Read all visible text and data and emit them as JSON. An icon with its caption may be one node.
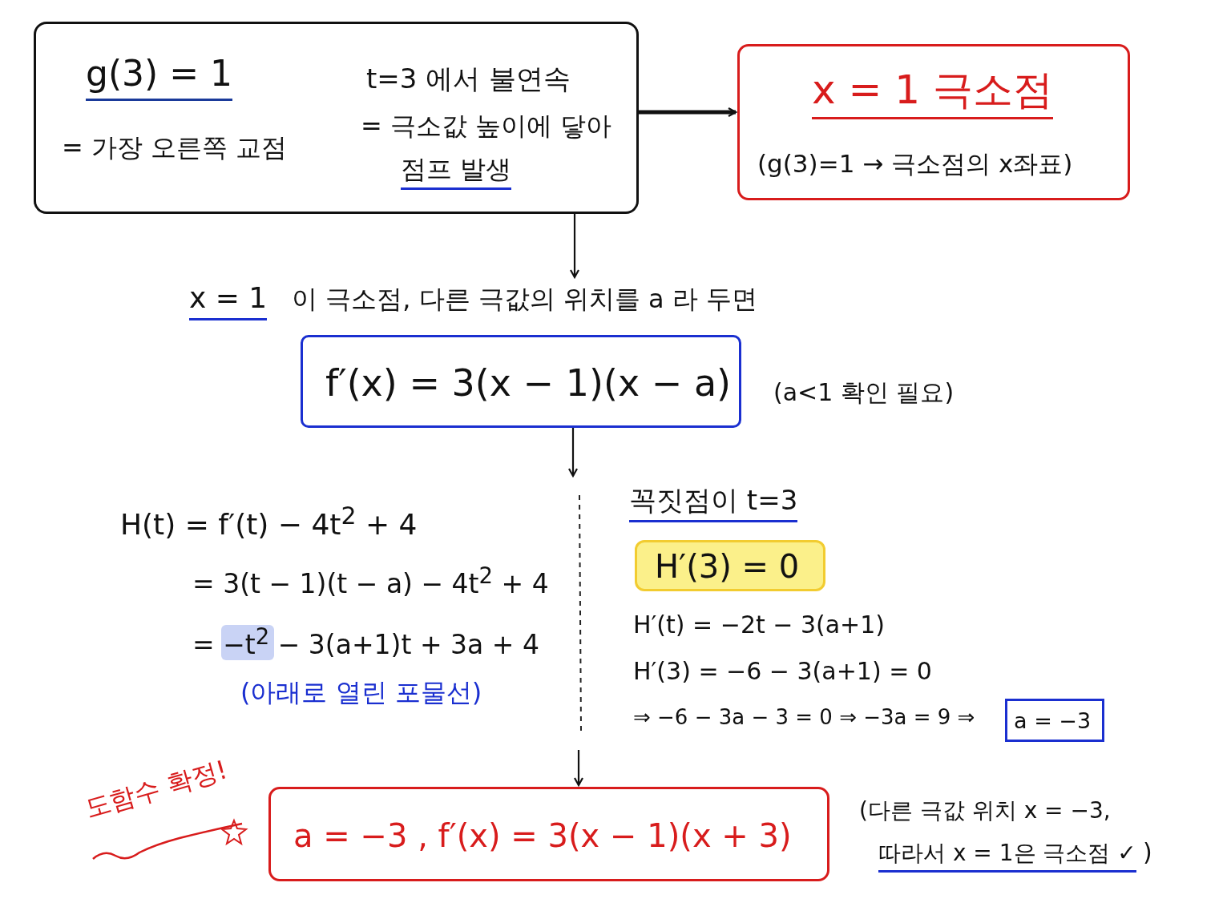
{
  "diagram": {
    "nodes": [
      {
        "text": [
          "g(3) = 1",
          "= 가장 오른쪽 교점",
          "t=3 에서 불연속",
          "= 극소값 높이에 닿아",
          "점프 발생"
        ]
      },
      {
        "text": [
          "x = 1 극소점",
          "(g(3)=1 → 극소점의 x좌표)"
        ]
      },
      {
        "text": [
          "x = 1",
          "이 극소점, 다른 극값의 위치를 a 라 두면"
        ]
      },
      {
        "text": [
          "f′(x) = 3(x − 1)(x − a)"
        ],
        "beside": [
          "(a<1 확인 필요)"
        ]
      },
      {
        "text": [
          "H′(3) = 0"
        ]
      },
      {
        "text": [
          "a = −3"
        ]
      },
      {
        "text": [
          "a = −3 ,  f′(x) = 3(x − 1)(x + 3)"
        ],
        "beside": [
          "도함수 확정!",
          "(다른 극값 위치 x = −3,",
          "따라서 x = 1은 극소점 ✓",
          ")"
        ]
      }
    ],
    "edges": [
      {
        "from": 0,
        "to": 1,
        "arrow": "to",
        "style": "thick"
      },
      {
        "from": 0,
        "to": 2,
        "arrow": "to"
      },
      {
        "from": 3,
        "to": null,
        "arrow": "to"
      },
      {
        "from": null,
        "to": 6,
        "arrow": "to"
      }
    ],
    "labels": [
      "H(t) = f′(t) − 4t$^{2}$ + 4",
      "= 3(t − 1)(t − a) − 4t$^{2}$ + 4",
      "= −t$^{2}$ − 3(a+1)t + 3a + 4",
      "(아래로 열린 포물선)",
      "꼭짓점이 t=3",
      "H′(t) = −2t − 3(a+1)",
      "H′(3) = −6 − 3(a+1) = 0",
      "⇒ −6 − 3a − 3 = 0  ⇒ −3a = 9  ⇒"
    ]
  }
}
